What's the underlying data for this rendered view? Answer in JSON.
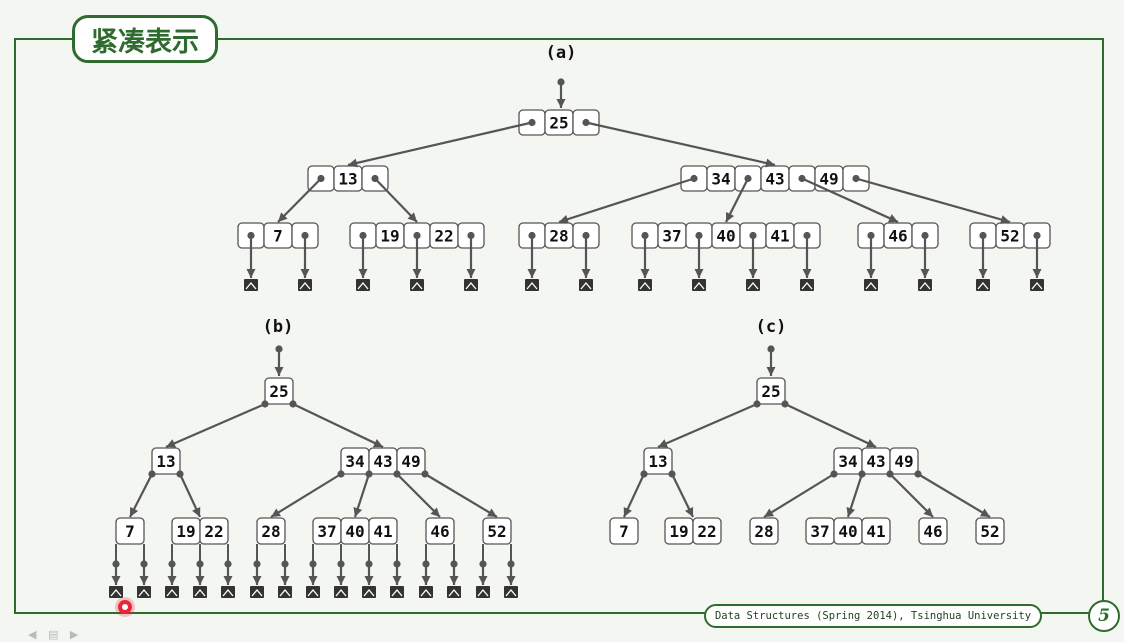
{
  "slide": {
    "title": "紧凑表示",
    "footer": "Data Structures (Spring 2014), Tsinghua University",
    "page_number": "5",
    "colors": {
      "frame": "#2f6b2f",
      "node_fill": "#ffffff",
      "node_border": "#555555",
      "edge": "#555555",
      "leaf": "#333333"
    }
  },
  "figures": {
    "a": {
      "label": "(a)",
      "nodes": [
        {
          "id": "a-root",
          "keys": [
            "25"
          ]
        },
        {
          "id": "a-13",
          "keys": [
            "13"
          ]
        },
        {
          "id": "a-34-43-49",
          "keys": [
            "34",
            "43",
            "49"
          ]
        },
        {
          "id": "a-7",
          "keys": [
            "7"
          ]
        },
        {
          "id": "a-19-22",
          "keys": [
            "19",
            "22"
          ]
        },
        {
          "id": "a-28",
          "keys": [
            "28"
          ]
        },
        {
          "id": "a-37-40-41",
          "keys": [
            "37",
            "40",
            "41"
          ]
        },
        {
          "id": "a-46",
          "keys": [
            "46"
          ]
        },
        {
          "id": "a-52",
          "keys": [
            "52"
          ]
        }
      ]
    },
    "b": {
      "label": "(b)",
      "nodes": [
        {
          "id": "b-root",
          "keys": [
            "25"
          ]
        },
        {
          "id": "b-13",
          "keys": [
            "13"
          ]
        },
        {
          "id": "b-34-43-49",
          "keys": [
            "34",
            "43",
            "49"
          ]
        },
        {
          "id": "b-7",
          "keys": [
            "7"
          ]
        },
        {
          "id": "b-19-22",
          "keys": [
            "19",
            "22"
          ]
        },
        {
          "id": "b-28",
          "keys": [
            "28"
          ]
        },
        {
          "id": "b-37-40-41",
          "keys": [
            "37",
            "40",
            "41"
          ]
        },
        {
          "id": "b-46",
          "keys": [
            "46"
          ]
        },
        {
          "id": "b-52",
          "keys": [
            "52"
          ]
        }
      ]
    },
    "c": {
      "label": "(c)",
      "nodes": [
        {
          "id": "c-root",
          "keys": [
            "25"
          ]
        },
        {
          "id": "c-13",
          "keys": [
            "13"
          ]
        },
        {
          "id": "c-34-43-49",
          "keys": [
            "34",
            "43",
            "49"
          ]
        },
        {
          "id": "c-7",
          "keys": [
            "7"
          ]
        },
        {
          "id": "c-19-22",
          "keys": [
            "19",
            "22"
          ]
        },
        {
          "id": "c-28",
          "keys": [
            "28"
          ]
        },
        {
          "id": "c-37-40-41",
          "keys": [
            "37",
            "40",
            "41"
          ]
        },
        {
          "id": "c-46",
          "keys": [
            "46"
          ]
        },
        {
          "id": "c-52",
          "keys": [
            "52"
          ]
        }
      ]
    }
  }
}
